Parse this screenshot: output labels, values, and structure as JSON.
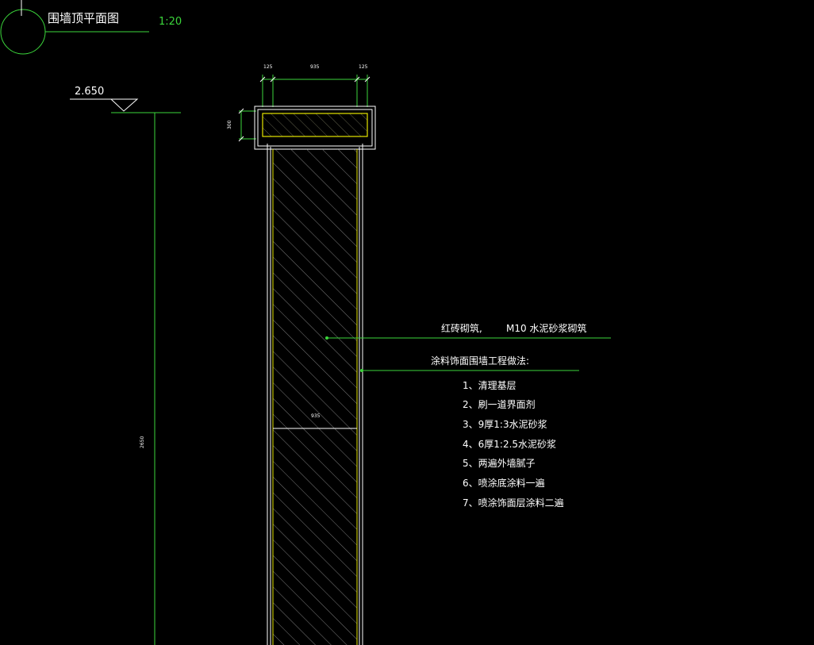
{
  "drawing": {
    "title": "围墙顶平面图",
    "scale": "1:20",
    "elevation": "2.650"
  },
  "dimensions": {
    "top_left": "125",
    "top_mid": "935",
    "top_right": "125",
    "cap_height": "300",
    "vertical_total": "2650",
    "wall_width": "935"
  },
  "annotations": {
    "brick_label": "红砖砌筑,",
    "mortar_label": "M10 水泥砂浆砌筑",
    "method_heading": "涂料饰面围墙工程做法:",
    "steps": [
      "1、清理基层",
      "2、刷一道界面剂",
      "3、9厚1:3水泥砂浆",
      "4、6厚1:2.5水泥砂浆",
      "5、两遍外墙腻子",
      "6、喷涂底涂料一遍",
      "7、喷涂饰面层涂料二遍"
    ]
  },
  "colors": {
    "background": "#000000",
    "cad_green": "#3bd63b",
    "cad_white": "#ffffff",
    "cad_yellow": "#e6e600",
    "hatch": "#9a9a9a"
  }
}
